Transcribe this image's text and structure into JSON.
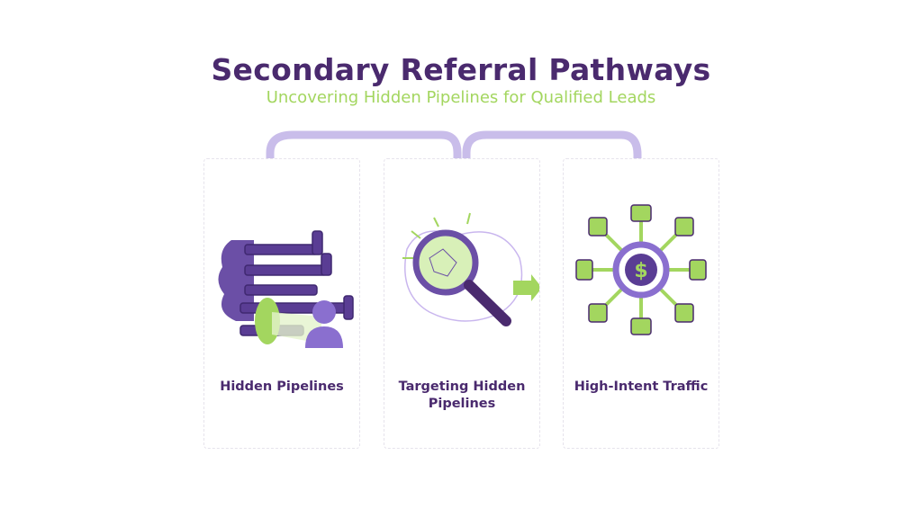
{
  "header": {
    "title": "Secondary Referral Pathways",
    "subtitle": "Uncovering Hidden Pipelines for Qualified Leads"
  },
  "cards": [
    {
      "label": "Hidden Pipelines",
      "icon": "pipes-person-icon"
    },
    {
      "label": "Targeting Hidden Pipelines",
      "icon": "magnifier-network-icon"
    },
    {
      "label": "High-Intent Traffic",
      "icon": "dollar-network-icon"
    }
  ],
  "colors": {
    "purple_dark": "#4a2a6e",
    "purple": "#7c5cc4",
    "purple_light": "#b9a6e0",
    "green": "#a3d65f"
  }
}
